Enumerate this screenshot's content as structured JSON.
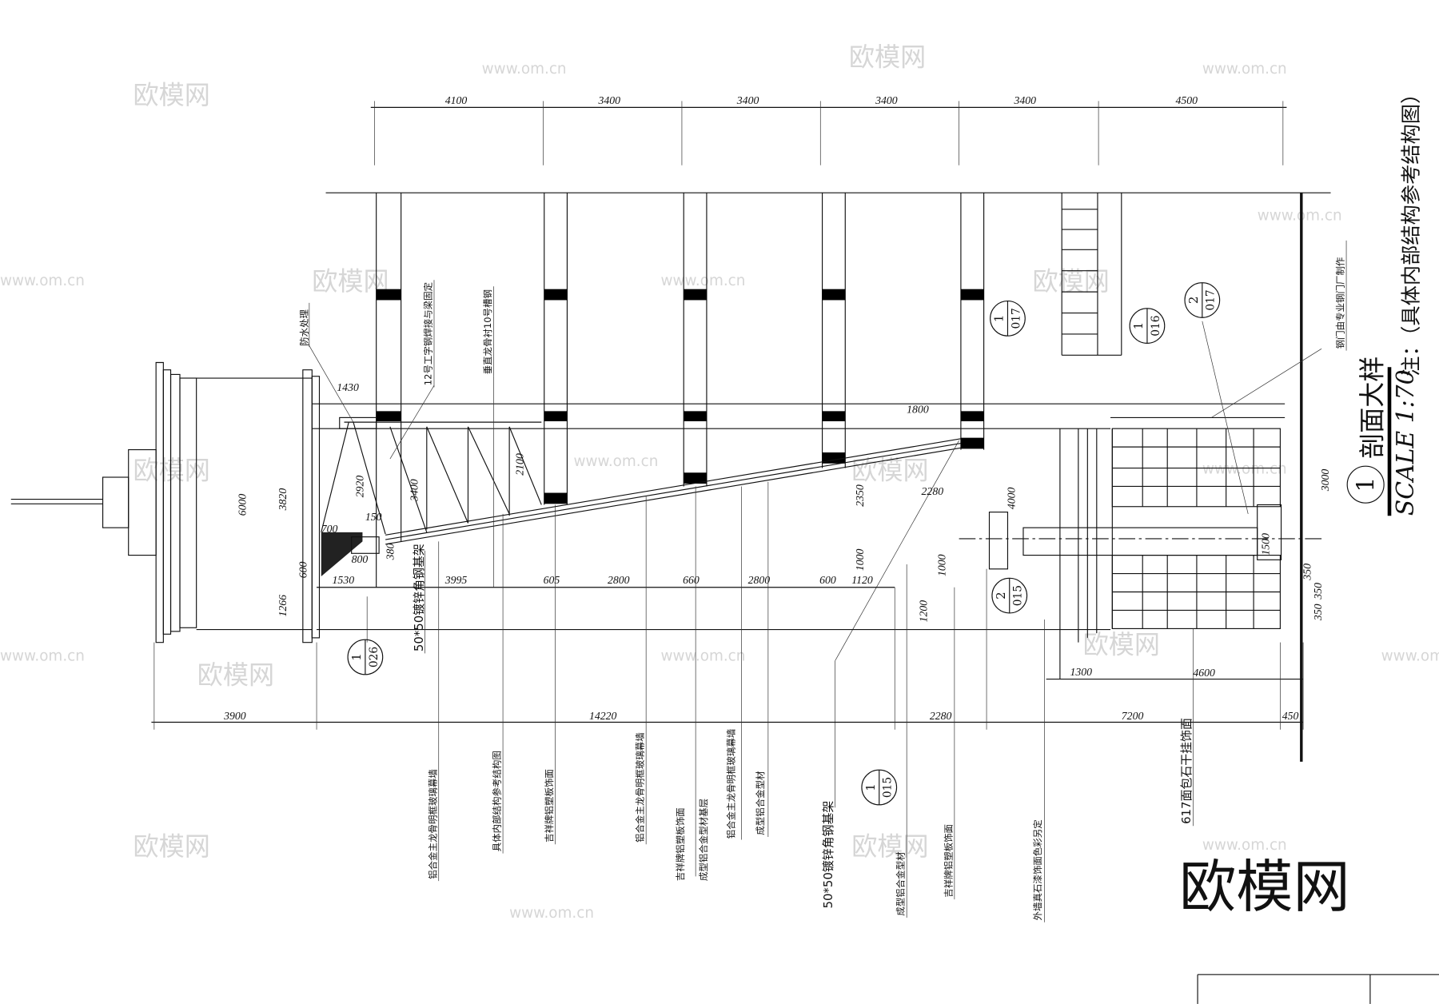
{
  "title": {
    "number": "1",
    "name": "剖面大样",
    "scale": "SCALE 1:70",
    "note": "注：（具体内部结构参考结构图）"
  },
  "top_dims": [
    "4100",
    "3400",
    "3400",
    "3400",
    "3400",
    "4500"
  ],
  "bottom_dims": [
    "3900",
    "14220",
    "2280",
    "7200",
    "450"
  ],
  "mid_dims": [
    "1530",
    "3995",
    "605",
    "2800",
    "660",
    "2800",
    "600",
    "1120"
  ],
  "vertical_dims": {
    "d6000": "6000",
    "d3820": "3820",
    "d1266": "1266",
    "d600": "600",
    "d2920": "2920",
    "d3400": "3400",
    "d2100": "2100",
    "d2350": "2350",
    "d1000a": "1000",
    "d1000b": "1000",
    "d1200": "1200",
    "d4000": "4000",
    "d1500": "1500",
    "d3000": "3000",
    "d350a": "350",
    "d350b": "350",
    "d350c": "350"
  },
  "other_dims": {
    "d1430": "1430",
    "d1800": "1800",
    "d2280": "2280",
    "d700": "700",
    "d150": "150",
    "d380": "380",
    "d800": "800",
    "d1300": "1300",
    "d4600": "4600"
  },
  "callouts": [
    {
      "num": "1",
      "sheet": "026"
    },
    {
      "num": "1",
      "sheet": "017"
    },
    {
      "num": "1",
      "sheet": "016"
    },
    {
      "num": "2",
      "sheet": "017"
    },
    {
      "num": "2",
      "sheet": "015"
    },
    {
      "num": "1",
      "sheet": "015"
    }
  ],
  "upper_notes": {
    "waterproof": "防水处理",
    "i_beam": "12号工字钢焊接与梁固定",
    "keel": "垂直龙骨衬10号槽钢",
    "steel_door": "钢门由专业钢门厂制作",
    "angle_frame": "50*50镀锌角钢基架"
  },
  "bottom_notes": [
    "铝合金主龙骨明框玻璃幕墙",
    "具体内部结构参考结构图",
    "吉祥牌铝塑板饰面",
    "铝合金主龙骨明框玻璃幕墙",
    "吉祥牌铝塑板饰面",
    "成型铝合金型材基层",
    "铝合金主龙骨明框玻璃幕墙",
    "成型铝合金型材",
    "50*50镀锌角钢基架",
    "成型铝合金型材",
    "吉祥牌铝塑板饰面",
    "外墙真石漆饰面色彩另定",
    "617面包石干挂饰面"
  ],
  "watermark": {
    "logo": "欧模网",
    "url": "www.om.cn"
  }
}
